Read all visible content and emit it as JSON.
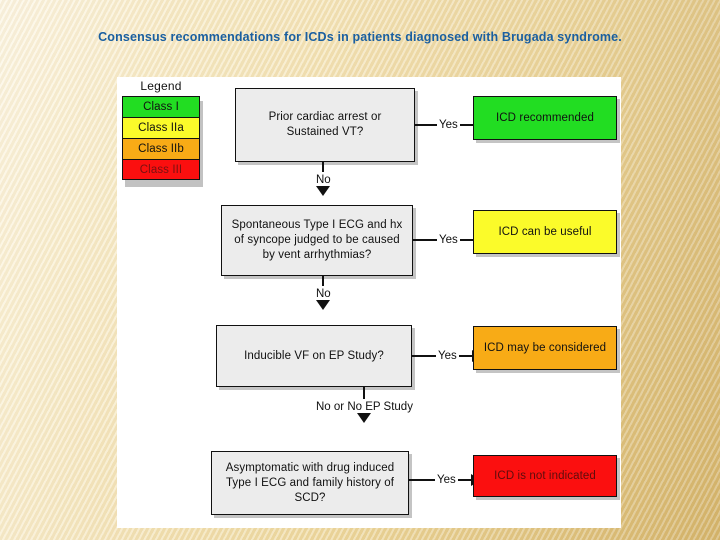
{
  "slide": {
    "title": "Consensus recommendations for ICDs in patients diagnosed with Brugada syndrome.",
    "title_color": "#1a5fa0",
    "background_color": "#f0ddb0",
    "panel_color": "#ffffff"
  },
  "legend": {
    "heading": "Legend",
    "items": [
      {
        "label": "Class I",
        "color": "#22dd22",
        "text_color": "#111111"
      },
      {
        "label": "Class IIa",
        "color": "#fbfb2a",
        "text_color": "#111111"
      },
      {
        "label": "Class IIb",
        "color": "#f8ab16",
        "text_color": "#111111"
      },
      {
        "label": "Class III",
        "color": "#fb0f0f",
        "text_color": "#7a1111"
      }
    ]
  },
  "flow": {
    "steps": [
      {
        "question": "Prior cardiac arrest or Sustained VT?",
        "yes_label": "Yes",
        "outcome": "ICD recommended",
        "outcome_color": "#22dd22",
        "outcome_text_color": "#111111",
        "outcome_class": "Class I",
        "no_label": "No"
      },
      {
        "question": "Spontaneous Type I ECG and hx of syncope judged to be caused by vent arrhythmias?",
        "yes_label": "Yes",
        "outcome": "ICD can be useful",
        "outcome_color": "#fbfb2a",
        "outcome_text_color": "#111111",
        "outcome_class": "Class IIa",
        "no_label": "No"
      },
      {
        "question": "Inducible VF on EP Study?",
        "yes_label": "Yes",
        "outcome": "ICD may be considered",
        "outcome_color": "#f8ab16",
        "outcome_text_color": "#111111",
        "outcome_class": "Class IIb",
        "no_label": "No or No EP Study"
      },
      {
        "question": "Asymptomatic with drug induced Type I ECG and family history of SCD?",
        "yes_label": "Yes",
        "outcome": "ICD is not indicated",
        "outcome_color": "#fb0f0f",
        "outcome_text_color": "#5e0d0d",
        "outcome_class": "Class III",
        "no_label": ""
      }
    ]
  }
}
